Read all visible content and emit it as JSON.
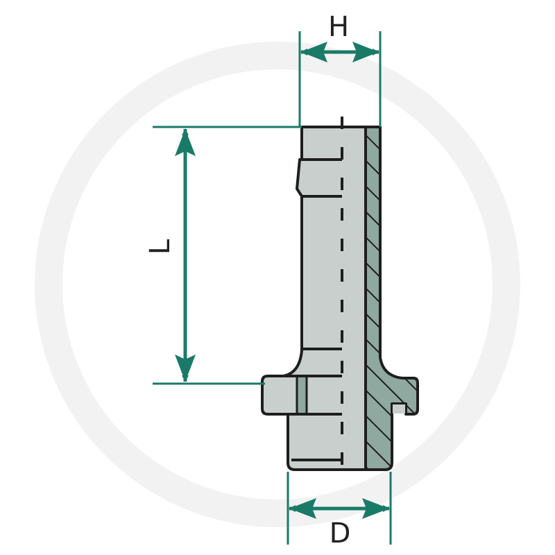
{
  "dimensions": {
    "height_label": "H",
    "length_label": "L",
    "diameter_label": "D"
  },
  "colors": {
    "dimension": "#1a7a68",
    "body": "#c8cfcd",
    "section": "#8fa8a0",
    "outline": "#1e1e1e"
  }
}
